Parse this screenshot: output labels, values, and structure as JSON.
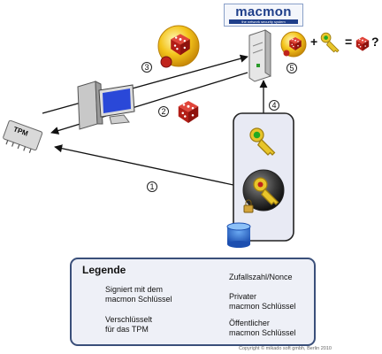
{
  "logo": {
    "name": "macmon",
    "tagline": "the network security system"
  },
  "steps": [
    "1",
    "2",
    "3",
    "4",
    "5"
  ],
  "formula": {
    "plus": "+",
    "equals": "=",
    "question": "?"
  },
  "tpm": {
    "label": "TPM"
  },
  "legend": {
    "title": "Legende",
    "items": {
      "signed": "Signiert mit dem\nmacmon Schlüssel",
      "encrypted": "Verschlüsselt\nfür das TPM",
      "nonce": "Zufallszahl/Nonce",
      "private_key": "Privater\nmacmon Schlüssel",
      "public_key": "Öffentlicher\nmacmon Schlüssel"
    }
  },
  "copyright": "Copyright © mikado soft gmbh, Berlin 2010",
  "colors": {
    "legend_border": "#3a4f7a",
    "legend_bg": "#eef0f7",
    "dice": "#c0241c",
    "gold": "#f2c21a",
    "key_yellow": "#e8c52a",
    "key_green": "#22aa22"
  }
}
